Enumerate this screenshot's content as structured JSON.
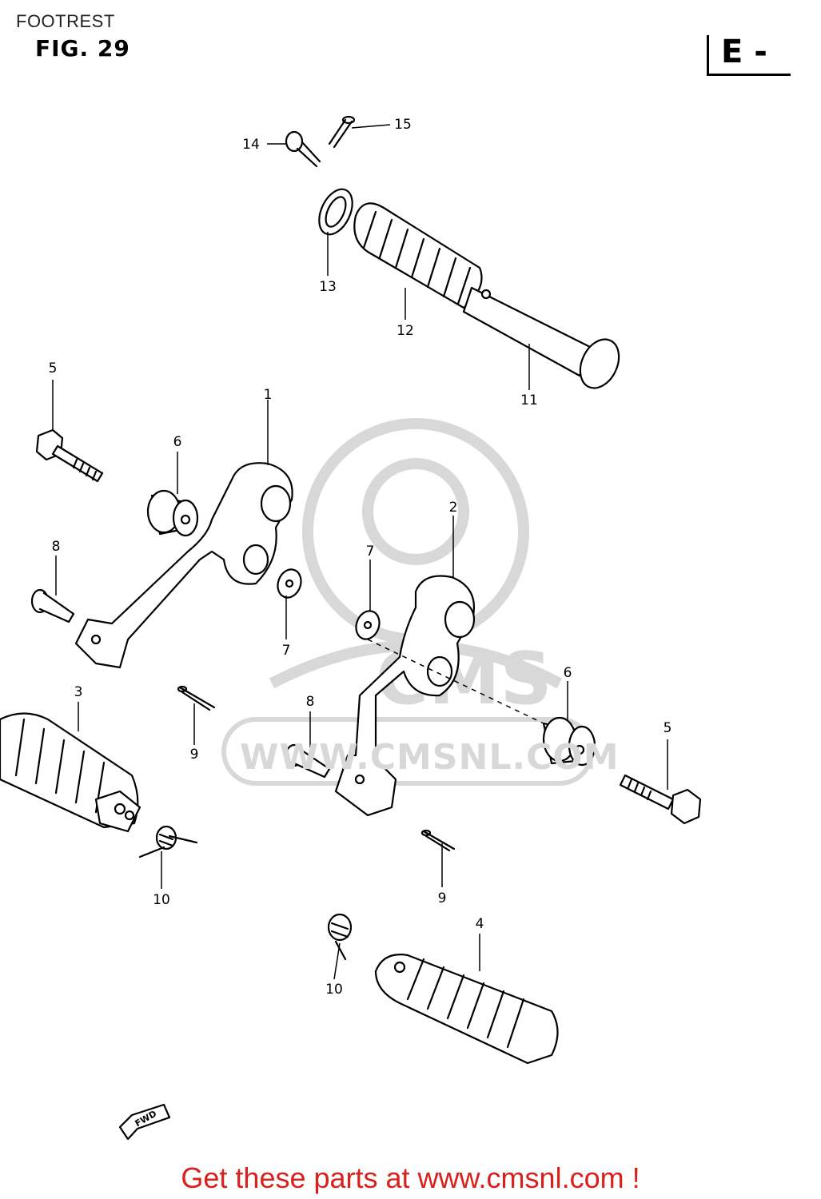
{
  "header": {
    "page_title": "FOOTREST",
    "figure_label": "FIG. 29",
    "region_code": "E -"
  },
  "watermark": {
    "logo_letters": "CMS",
    "text": "WWW.CMSNL.COM"
  },
  "diagram": {
    "direction_marker": "FWD",
    "callouts": {
      "c1": "1",
      "c2": "2",
      "c3": "3",
      "c4": "4",
      "c5a": "5",
      "c5b": "5",
      "c6a": "6",
      "c6b": "6",
      "c7a": "7",
      "c7b": "7",
      "c8a": "8",
      "c8b": "8",
      "c9a": "9",
      "c9b": "9",
      "c10a": "10",
      "c10b": "10",
      "c11": "11",
      "c12": "12",
      "c13": "13",
      "c14": "14",
      "c15": "15"
    }
  },
  "footer": {
    "link_text": "Get these parts at www.cmsnl.com !"
  },
  "colors": {
    "line": "#000000",
    "watermark": "#d8d8d8",
    "footer_link": "#d9201c"
  }
}
